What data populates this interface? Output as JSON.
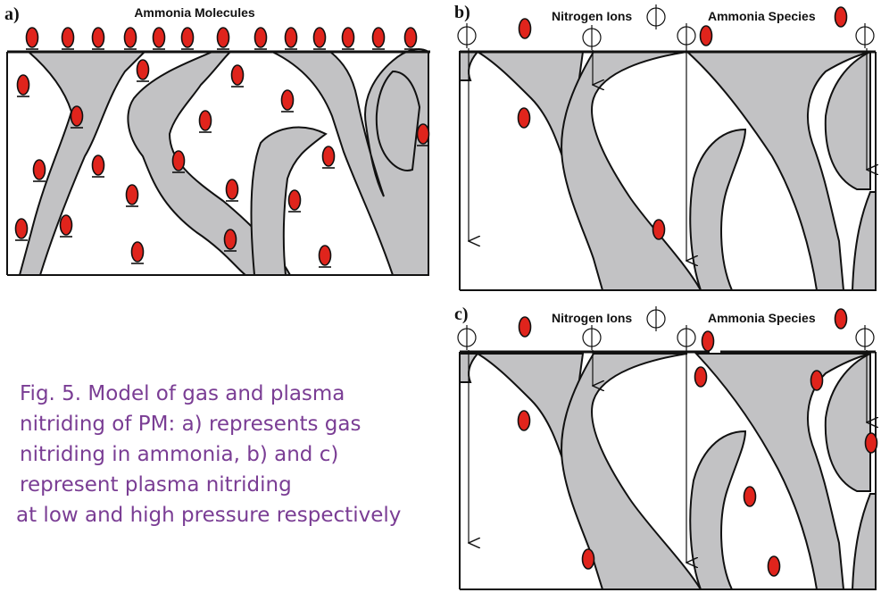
{
  "panels": {
    "a": {
      "label": "a)",
      "header": "Ammonia Molecules"
    },
    "b": {
      "label": "b)",
      "ions_label": "Nitrogen Ions",
      "species_label": "Ammonia Species"
    },
    "c": {
      "label": "c)",
      "ions_label": "Nitrogen Ions",
      "species_label": "Ammonia Species"
    }
  },
  "caption": {
    "lines": [
      "Fig. 5. Model of gas and plasma",
      "nitriding of PM: a) represents gas",
      "nitriding in ammonia, b) and c)",
      "represent plasma nitriding",
      "at low and high pressure respectively"
    ]
  },
  "colors": {
    "particle": "#e0241c",
    "solid": "#c2c2c4",
    "caption": "#7a3d94"
  }
}
